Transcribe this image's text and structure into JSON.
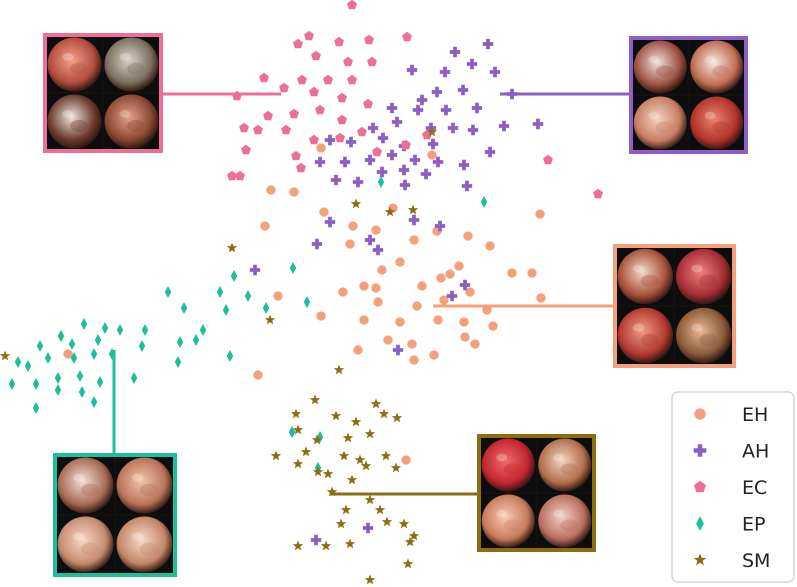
{
  "chart_data": {
    "type": "scatter",
    "title": "",
    "xlabel": "",
    "ylabel": "",
    "axes_visible": false,
    "grid": false,
    "legend_position": "bottom-right",
    "series": [
      {
        "name": "EH",
        "marker": "circle",
        "color": "#f4a07a",
        "points": [
          [
            321,
            148
          ],
          [
            432,
            155
          ],
          [
            271,
            190
          ],
          [
            294,
            192
          ],
          [
            324,
            212
          ],
          [
            540,
            214
          ],
          [
            265,
            226
          ],
          [
            353,
            226
          ],
          [
            393,
            208
          ],
          [
            376,
            230
          ],
          [
            437,
            231
          ],
          [
            414,
            240
          ],
          [
            468,
            236
          ],
          [
            490,
            246
          ],
          [
            350,
            244
          ],
          [
            400,
            262
          ],
          [
            382,
            270
          ],
          [
            459,
            266
          ],
          [
            450,
            274
          ],
          [
            364,
            286
          ],
          [
            343,
            292
          ],
          [
            376,
            288
          ],
          [
            512,
            273
          ],
          [
            532,
            273
          ],
          [
            441,
            278
          ],
          [
            422,
            286
          ],
          [
            470,
            292
          ],
          [
            444,
            300
          ],
          [
            278,
            296
          ],
          [
            378,
            302
          ],
          [
            417,
            306
          ],
          [
            487,
            310
          ],
          [
            541,
            298
          ],
          [
            321,
            316
          ],
          [
            364,
            320
          ],
          [
            400,
            322
          ],
          [
            438,
            320
          ],
          [
            464,
            322
          ],
          [
            493,
            326
          ],
          [
            388,
            340
          ],
          [
            412,
            344
          ],
          [
            465,
            337
          ],
          [
            475,
            344
          ],
          [
            358,
            350
          ],
          [
            434,
            355
          ],
          [
            414,
            360
          ],
          [
            258,
            375
          ],
          [
            68,
            354
          ],
          [
            406,
            460
          ]
        ]
      },
      {
        "name": "AH",
        "marker": "plus",
        "color": "#8b5fc5",
        "points": [
          [
            455,
            52
          ],
          [
            488,
            44
          ],
          [
            472,
            64
          ],
          [
            445,
            72
          ],
          [
            495,
            72
          ],
          [
            412,
            70
          ],
          [
            437,
            92
          ],
          [
            463,
            90
          ],
          [
            512,
            94
          ],
          [
            422,
            100
          ],
          [
            392,
            108
          ],
          [
            418,
            110
          ],
          [
            446,
            110
          ],
          [
            477,
            108
          ],
          [
            373,
            128
          ],
          [
            397,
            122
          ],
          [
            431,
            128
          ],
          [
            453,
            128
          ],
          [
            473,
            130
          ],
          [
            504,
            126
          ],
          [
            538,
            124
          ],
          [
            330,
            140
          ],
          [
            351,
            142
          ],
          [
            383,
            138
          ],
          [
            404,
            146
          ],
          [
            433,
            144
          ],
          [
            490,
            152
          ],
          [
            320,
            162
          ],
          [
            345,
            162
          ],
          [
            370,
            160
          ],
          [
            392,
            155
          ],
          [
            415,
            160
          ],
          [
            438,
            162
          ],
          [
            464,
            165
          ],
          [
            382,
            172
          ],
          [
            404,
            170
          ],
          [
            426,
            174
          ],
          [
            336,
            180
          ],
          [
            358,
            182
          ],
          [
            405,
            185
          ],
          [
            467,
            186
          ],
          [
            330,
            222
          ],
          [
            414,
            220
          ],
          [
            440,
            226
          ],
          [
            370,
            240
          ],
          [
            378,
            250
          ],
          [
            317,
            244
          ],
          [
            255,
            270
          ],
          [
            465,
            285
          ],
          [
            452,
            296
          ],
          [
            398,
            350
          ],
          [
            368,
            528
          ],
          [
            316,
            540
          ]
        ]
      },
      {
        "name": "EC",
        "marker": "pentagon",
        "color": "#ee6f95",
        "points": [
          [
            352,
            5
          ],
          [
            309,
            36
          ],
          [
            298,
            44
          ],
          [
            339,
            42
          ],
          [
            369,
            40
          ],
          [
            407,
            37
          ],
          [
            316,
            56
          ],
          [
            348,
            62
          ],
          [
            372,
            62
          ],
          [
            264,
            78
          ],
          [
            302,
            80
          ],
          [
            328,
            80
          ],
          [
            352,
            80
          ],
          [
            237,
            96
          ],
          [
            284,
            88
          ],
          [
            314,
            92
          ],
          [
            342,
            98
          ],
          [
            368,
            104
          ],
          [
            268,
            116
          ],
          [
            294,
            114
          ],
          [
            320,
            110
          ],
          [
            342,
            120
          ],
          [
            244,
            128
          ],
          [
            258,
            130
          ],
          [
            286,
            130
          ],
          [
            314,
            140
          ],
          [
            340,
            138
          ],
          [
            362,
            132
          ],
          [
            246,
            150
          ],
          [
            296,
            156
          ],
          [
            377,
            152
          ],
          [
            406,
            145
          ],
          [
            427,
            135
          ],
          [
            232,
            176
          ],
          [
            240,
            176
          ],
          [
            301,
            168
          ],
          [
            548,
            160
          ],
          [
            598,
            194
          ]
        ]
      },
      {
        "name": "EP",
        "marker": "diamond",
        "color": "#1bbf9c",
        "points": [
          [
            381,
            182
          ],
          [
            484,
            202
          ],
          [
            293,
            268
          ],
          [
            234,
            276
          ],
          [
            168,
            292
          ],
          [
            220,
            292
          ],
          [
            248,
            296
          ],
          [
            184,
            308
          ],
          [
            226,
            310
          ],
          [
            266,
            308
          ],
          [
            307,
            302
          ],
          [
            61,
            336
          ],
          [
            84,
            324
          ],
          [
            105,
            328
          ],
          [
            120,
            330
          ],
          [
            145,
            330
          ],
          [
            180,
            342
          ],
          [
            203,
            330
          ],
          [
            40,
            346
          ],
          [
            72,
            344
          ],
          [
            98,
            340
          ],
          [
            18,
            362
          ],
          [
            28,
            366
          ],
          [
            48,
            358
          ],
          [
            74,
            358
          ],
          [
            94,
            354
          ],
          [
            112,
            354
          ],
          [
            142,
            346
          ],
          [
            178,
            362
          ],
          [
            196,
            340
          ],
          [
            230,
            356
          ],
          [
            12,
            384
          ],
          [
            36,
            384
          ],
          [
            58,
            378
          ],
          [
            80,
            376
          ],
          [
            100,
            382
          ],
          [
            134,
            378
          ],
          [
            58,
            390
          ],
          [
            82,
            392
          ],
          [
            36,
            408
          ],
          [
            94,
            402
          ],
          [
            292,
            432
          ],
          [
            320,
            437
          ],
          [
            318,
            468
          ]
        ]
      },
      {
        "name": "SM",
        "marker": "star",
        "color": "#8c6e12",
        "points": [
          [
            432,
            132
          ],
          [
            356,
            204
          ],
          [
            390,
            212
          ],
          [
            413,
            210
          ],
          [
            232,
            248
          ],
          [
            270,
            320
          ],
          [
            5,
            356
          ],
          [
            339,
            370
          ],
          [
            315,
            400
          ],
          [
            336,
            416
          ],
          [
            376,
            404
          ],
          [
            296,
            414
          ],
          [
            356,
            422
          ],
          [
            384,
            414
          ],
          [
            298,
            430
          ],
          [
            317,
            440
          ],
          [
            348,
            438
          ],
          [
            370,
            434
          ],
          [
            276,
            456
          ],
          [
            298,
            464
          ],
          [
            306,
            452
          ],
          [
            344,
            456
          ],
          [
            360,
            460
          ],
          [
            397,
            418
          ],
          [
            318,
            472
          ],
          [
            366,
            466
          ],
          [
            328,
            474
          ],
          [
            352,
            480
          ],
          [
            386,
            456
          ],
          [
            396,
            468
          ],
          [
            332,
            492
          ],
          [
            346,
            510
          ],
          [
            370,
            500
          ],
          [
            380,
            510
          ],
          [
            341,
            524
          ],
          [
            387,
            522
          ],
          [
            298,
            546
          ],
          [
            326,
            546
          ],
          [
            350,
            544
          ],
          [
            404,
            524
          ],
          [
            414,
            536
          ],
          [
            410,
            542
          ],
          [
            408,
            564
          ],
          [
            370,
            580
          ]
        ]
      }
    ]
  },
  "image_panels": [
    {
      "series": "EC",
      "color": "#ee6f95",
      "connector_anchor": [
        281,
        94
      ],
      "tiles": [
        {
          "name": "endoscopy-tile-ec-1",
          "tone_center": "#f2a38a",
          "tone_edge": "#b34c3c"
        },
        {
          "name": "endoscopy-tile-ec-2",
          "tone_center": "#d8d3c8",
          "tone_edge": "#7b6f5e"
        },
        {
          "name": "endoscopy-tile-ec-3",
          "tone_center": "#efe6e0",
          "tone_edge": "#6b3b2b"
        },
        {
          "name": "endoscopy-tile-ec-4",
          "tone_center": "#e6a087",
          "tone_edge": "#8a4834"
        }
      ]
    },
    {
      "series": "AH",
      "color": "#8b5fc5",
      "connector_anchor": [
        500,
        94
      ],
      "tiles": [
        {
          "name": "endoscopy-tile-ah-1",
          "tone_center": "#f2dfd8",
          "tone_edge": "#9a5140"
        },
        {
          "name": "endoscopy-tile-ah-2",
          "tone_center": "#f7e8de",
          "tone_edge": "#c06b52"
        },
        {
          "name": "endoscopy-tile-ah-3",
          "tone_center": "#f6d3c1",
          "tone_edge": "#c77d63"
        },
        {
          "name": "endoscopy-tile-ah-4",
          "tone_center": "#e8866e",
          "tone_edge": "#b3332a"
        }
      ]
    },
    {
      "series": "EH",
      "color": "#f4a07a",
      "connector_anchor": [
        433,
        306
      ],
      "tiles": [
        {
          "name": "endoscopy-tile-eh-1",
          "tone_center": "#f3d7c8",
          "tone_edge": "#a7513c"
        },
        {
          "name": "endoscopy-tile-eh-2",
          "tone_center": "#ee7f7b",
          "tone_edge": "#a52d36"
        },
        {
          "name": "endoscopy-tile-eh-3",
          "tone_center": "#f29c82",
          "tone_edge": "#b33931"
        },
        {
          "name": "endoscopy-tile-eh-4",
          "tone_center": "#e9b890",
          "tone_edge": "#8a5a3a"
        }
      ]
    },
    {
      "series": "EP",
      "color": "#1bbf9c",
      "connector_anchor": [
        114,
        350
      ],
      "tiles": [
        {
          "name": "endoscopy-tile-ep-1",
          "tone_center": "#f3e0d4",
          "tone_edge": "#a76a55"
        },
        {
          "name": "endoscopy-tile-ep-2",
          "tone_center": "#f2c6a9",
          "tone_edge": "#b8735a"
        },
        {
          "name": "endoscopy-tile-ep-3",
          "tone_center": "#f8d9c7",
          "tone_edge": "#c58a70"
        },
        {
          "name": "endoscopy-tile-ep-4",
          "tone_center": "#f5dac9",
          "tone_edge": "#c48668"
        }
      ]
    },
    {
      "series": "SM",
      "color": "#8c6e12",
      "connector_anchor": [
        330,
        494
      ],
      "tiles": [
        {
          "name": "endoscopy-tile-sm-1",
          "tone_center": "#f26b6e",
          "tone_edge": "#c2262f"
        },
        {
          "name": "endoscopy-tile-sm-2",
          "tone_center": "#f1d7c3",
          "tone_edge": "#b26e4d"
        },
        {
          "name": "endoscopy-tile-sm-3",
          "tone_center": "#f6ccb8",
          "tone_edge": "#c87a5b"
        },
        {
          "name": "endoscopy-tile-sm-4",
          "tone_center": "#f3d3c6",
          "tone_edge": "#b96e60"
        }
      ]
    }
  ],
  "legend": {
    "entries": [
      {
        "label": "EH",
        "marker": "circle",
        "color": "#f4a07a"
      },
      {
        "label": "AH",
        "marker": "plus",
        "color": "#8b5fc5"
      },
      {
        "label": "EC",
        "marker": "pentagon",
        "color": "#ee6f95"
      },
      {
        "label": "EP",
        "marker": "diamond",
        "color": "#1bbf9c"
      },
      {
        "label": "SM",
        "marker": "star",
        "color": "#8c6e12"
      }
    ]
  }
}
